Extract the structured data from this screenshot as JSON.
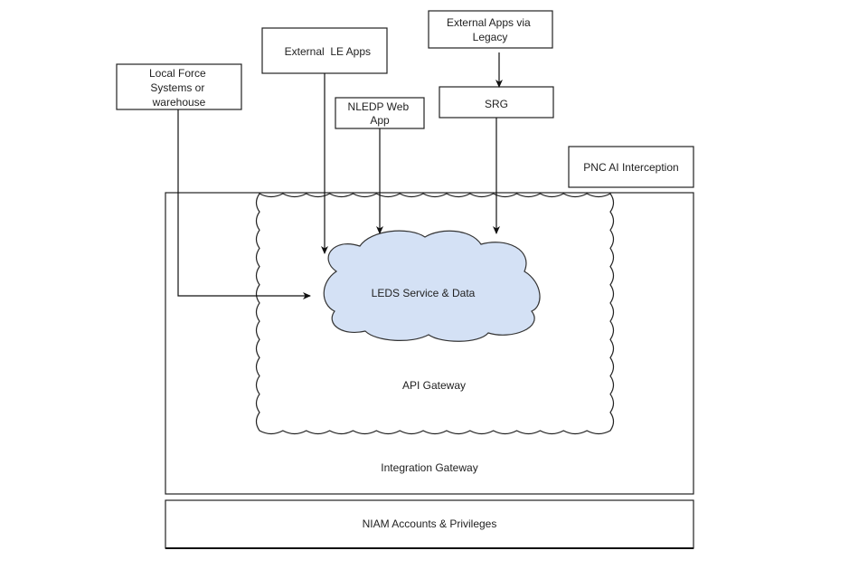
{
  "diagram": {
    "nodes": {
      "local_force": {
        "lines": [
          "Local Force",
          "Systems or",
          "warehouse"
        ]
      },
      "external_le_apps": {
        "lines": [
          "External  LE Apps"
        ]
      },
      "nledp_web_app": {
        "lines": [
          "NLEDP Web",
          "App"
        ]
      },
      "external_apps_legacy": {
        "lines": [
          "External Apps via",
          "Legacy"
        ]
      },
      "srg": {
        "lines": [
          "SRG"
        ]
      },
      "pnc_ai": {
        "lines": [
          "PNC AI Interception"
        ]
      },
      "leds_cloud": {
        "lines": [
          "LEDS Service & Data"
        ]
      },
      "api_gateway": {
        "lines": [
          "API Gateway"
        ]
      },
      "integration_gateway": {
        "lines": [
          "Integration Gateway"
        ]
      },
      "niam": {
        "lines": [
          "NIAM Accounts & Privileges"
        ]
      }
    },
    "edges": [
      {
        "from": "local_force",
        "to": "leds_cloud"
      },
      {
        "from": "external_le_apps",
        "to": "leds_cloud"
      },
      {
        "from": "nledp_web_app",
        "to": "leds_cloud"
      },
      {
        "from": "external_apps_legacy",
        "to": "srg"
      },
      {
        "from": "srg",
        "to": "leds_cloud"
      }
    ],
    "colors": {
      "cloud_fill": "#d4e1f5",
      "stroke": "#222222"
    }
  }
}
